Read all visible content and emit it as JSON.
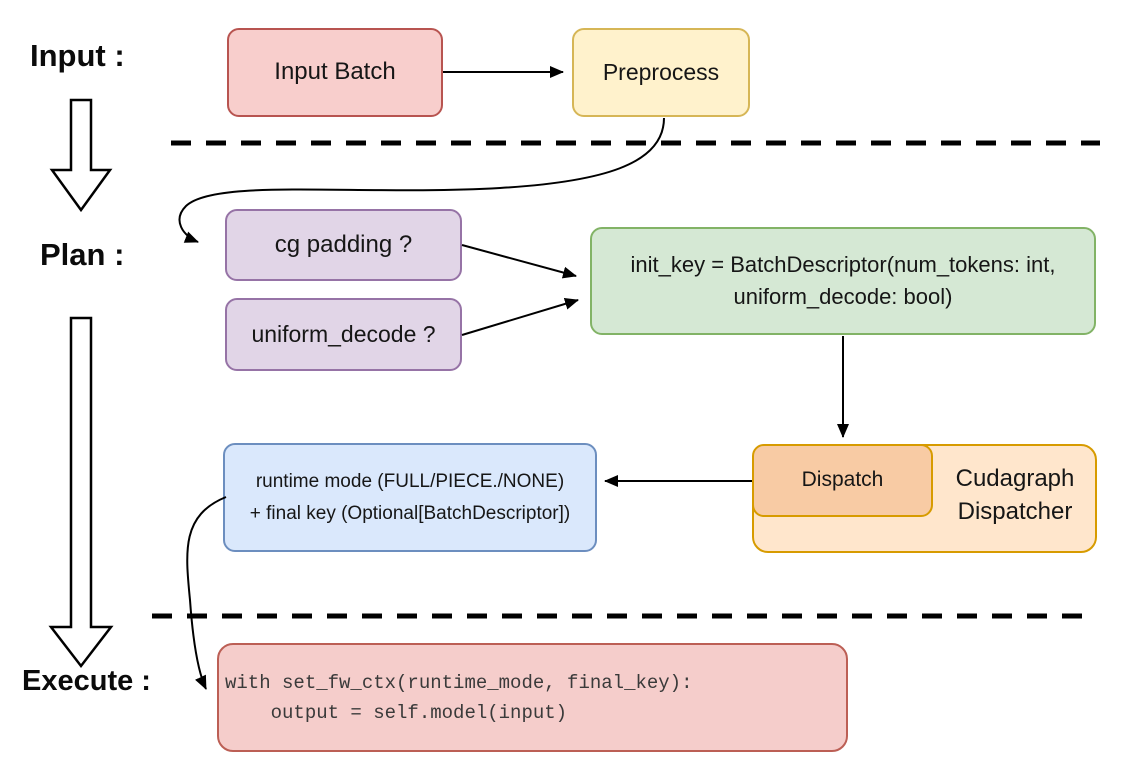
{
  "stage_labels": {
    "input": "Input :",
    "plan": "Plan :",
    "execute": "Execute :"
  },
  "nodes": {
    "input_batch": {
      "label": "Input Batch"
    },
    "preprocess": {
      "label": "Preprocess"
    },
    "cg_padding": {
      "label": "cg padding ?"
    },
    "uniform_decode": {
      "label": "uniform_decode ?"
    },
    "init_key": {
      "line1": "init_key = BatchDescriptor(num_tokens: int,",
      "line2": "uniform_decode: bool)"
    },
    "runtime_mode": {
      "line1": "runtime mode (FULL/PIECE./NONE)",
      "line2": "+ final key (Optional[BatchDescriptor])"
    },
    "dispatch": {
      "label": "Dispatch"
    },
    "cudagraph_dispatcher": {
      "line1": "Cudagraph",
      "line2": "Dispatcher"
    },
    "execute_code": {
      "line1": "with set_fw_ctx(runtime_mode, final_key):",
      "line2": "    output = self.model(input)"
    }
  },
  "colors": {
    "red_fill": "#F8CECC",
    "red_stroke": "#B85450",
    "yellow_fill": "#FFF2CC",
    "yellow_stroke": "#D6B656",
    "purple_fill": "#E1D5E7",
    "purple_stroke": "#9673A6",
    "green_fill": "#D5E8D4",
    "green_stroke": "#82B366",
    "blue_fill": "#DAE8FC",
    "blue_stroke": "#6C8EBF",
    "orange_fill": "#FFE6CC",
    "orange_stroke": "#D79B00",
    "orange_inner_fill": "#F8CBA4",
    "code_fill": "#F5CDCB",
    "code_stroke": "#BC5F55",
    "connector_color": "#000000"
  }
}
